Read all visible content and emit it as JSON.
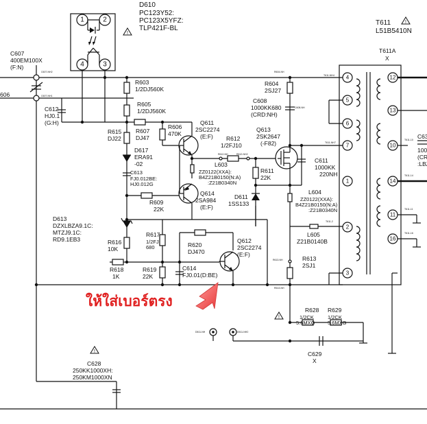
{
  "optocoupler": {
    "ref": "D610",
    "parts": [
      "PC123Y52:",
      "PC123X5YFZ:",
      "TLP421F-BL"
    ],
    "pins": [
      "1",
      "2",
      "3",
      "4"
    ]
  },
  "transformer": {
    "ref": "T611",
    "part": "L51B5410N",
    "symbol": "T611A",
    "symbol_sub": "X",
    "left_pins": [
      "4",
      "5",
      "6",
      "7",
      "1",
      "2",
      "3"
    ],
    "right_pins": [
      "12",
      "13",
      "10",
      "14",
      "11",
      "16"
    ]
  },
  "components": {
    "c607": {
      "ref": "C607",
      "val": "400EM100X",
      "sub": "(F:N)"
    },
    "c612": {
      "ref": "C612",
      "val": "HJ0.1",
      "sub": "(G:H)"
    },
    "r603": {
      "ref": "R603",
      "val": "1/2DJ560K"
    },
    "r605": {
      "ref": "R605",
      "val": "1/2DJ560K"
    },
    "r604": {
      "ref": "R604",
      "val": "2SJ27"
    },
    "c608": {
      "ref": "C608",
      "val": "1000KK680",
      "sub": "(CRD:NH)"
    },
    "r615": {
      "ref": "R615",
      "val": "DJ22"
    },
    "r607": {
      "ref": "R607",
      "val": "DJ47"
    },
    "r606": {
      "ref": "R606",
      "val": "470K"
    },
    "q611": {
      "ref": "Q611",
      "val": "2SC2274",
      "sub": "(E:F)"
    },
    "r612": {
      "ref": "R612",
      "val": "1/2FJ10"
    },
    "q613": {
      "ref": "Q613",
      "val": "2SK2647",
      "sub": "(-F82)"
    },
    "d617": {
      "ref": "D617",
      "val": "ERA91",
      "sub": "-02"
    },
    "c613": {
      "ref": "C613",
      "val": "FJ0.012BE:",
      "sub": "HJ0.012G"
    },
    "l603": {
      "ref": "L603",
      "val": "ZZ0122(XXA):",
      "sub": "B4Z21B0150(N:A)",
      "sub2": ":Z21B0340N"
    },
    "r611": {
      "ref": "R611",
      "val": "22K"
    },
    "c611": {
      "ref": "C611",
      "val": "1000KK",
      "sub": "220NH"
    },
    "r609": {
      "ref": "R609",
      "val": "22K"
    },
    "q614": {
      "ref": "Q614",
      "val": "2SA984",
      "sub": "(E:F)"
    },
    "d611": {
      "ref": "D611",
      "val": "1SS133"
    },
    "l604": {
      "ref": "L604",
      "val": "ZZ0122(XXA):",
      "sub": "B4Z21B0150(N:A)",
      "sub2": ":Z21B0340N"
    },
    "d613": {
      "ref": "D613",
      "val": "DZXLBZA9.1C:",
      "sub": "MTZJ9.1C:",
      "sub2": "RD9.1EB3"
    },
    "l605": {
      "ref": "L605",
      "val": "Z21B0140B"
    },
    "r616": {
      "ref": "R616",
      "val": "10K"
    },
    "r617": {
      "ref": "R617",
      "val": "1/2FJ",
      "sub": "680"
    },
    "r620": {
      "ref": "R620",
      "val": "DJ470"
    },
    "q612": {
      "ref": "Q612",
      "val": "2SC2274",
      "sub": "(E:F)"
    },
    "r613": {
      "ref": "R613",
      "val": "2SJ1"
    },
    "r618": {
      "ref": "R618",
      "val": "1K"
    },
    "r619": {
      "ref": "R619",
      "val": "22K"
    },
    "c614": {
      "ref": "C614",
      "val": "FJ0.01(D:BE)"
    },
    "r628": {
      "ref": "R628",
      "val": "1/2CK",
      "sub": "5.6MXG"
    },
    "r629": {
      "ref": "R629",
      "val": "1/2CK",
      "sub": "5.6MXG"
    },
    "c629": {
      "ref": "C629",
      "val": "X"
    },
    "c628": {
      "ref": "C628",
      "val": "250KK1000XH:",
      "sub": "250KM1000XN"
    },
    "c606": {
      "ref": "606"
    },
    "c63x": {
      "ref": "C63",
      "val": "100",
      "sub": "(CR",
      "sub2": ":LBZ"
    }
  },
  "annotation": {
    "text": "ให้ใส่เบอร์ตรง",
    "color": "#e02020"
  },
  "colors": {
    "wire": "#111111",
    "background": "#ffffff",
    "highlight": "#e02020"
  }
}
